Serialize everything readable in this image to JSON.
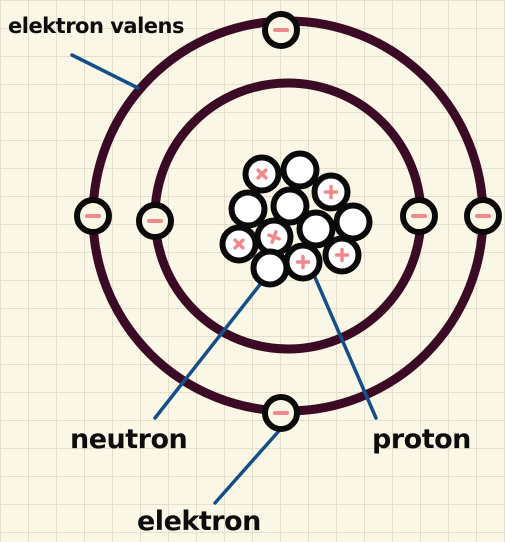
{
  "labels": {
    "valence_electron": "elektron valens",
    "neutron": "neutron",
    "proton": "proton",
    "electron": "elektron"
  },
  "symbols": {
    "electron_sign": "−",
    "proton_sign": "+"
  },
  "colors": {
    "orbit": "#3b0a24",
    "outline": "#0a0a0a",
    "charge_mark": "#f08a8a",
    "pointer_line": "#144f8a",
    "background": "#fbf7e7"
  },
  "atom": {
    "shells": 2,
    "electrons_inner_shell": 2,
    "electrons_outer_shell": 4,
    "nucleus_protons": 6,
    "nucleus_neutrons": 6
  }
}
